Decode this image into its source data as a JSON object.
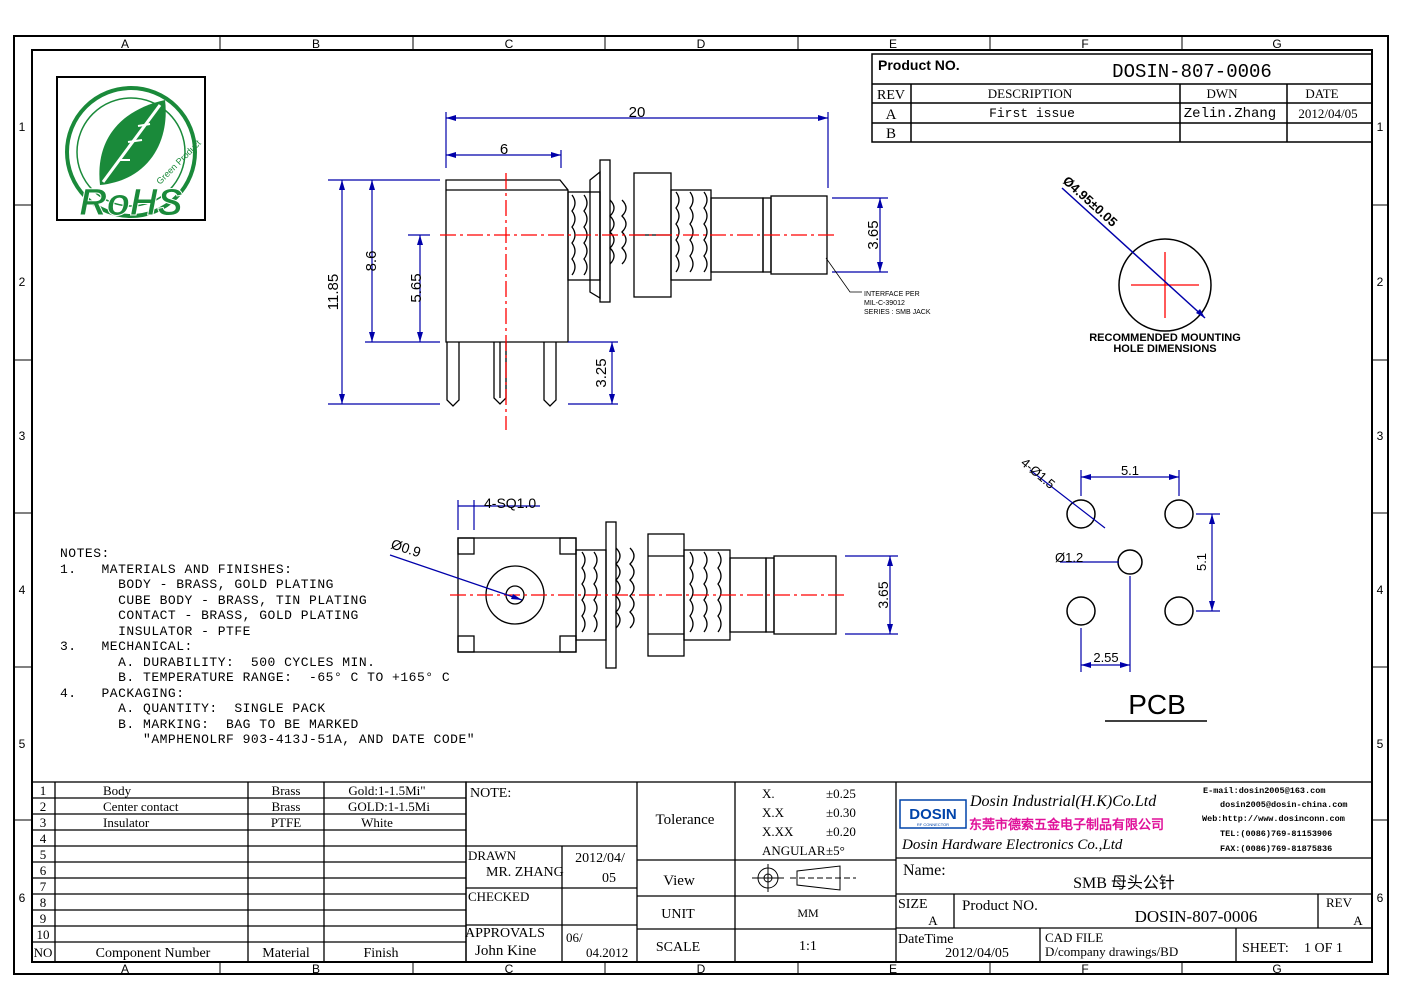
{
  "border": {
    "columns": [
      "A",
      "B",
      "C",
      "D",
      "E",
      "F",
      "G"
    ],
    "rows": [
      "1",
      "2",
      "3",
      "4",
      "5",
      "6"
    ]
  },
  "header_block": {
    "product_label": "Product NO.",
    "product_no": "DOSIN-807-0006",
    "rev_header": "REV",
    "desc_header": "DESCRIPTION",
    "dwn_header": "DWN",
    "date_header": "DATE",
    "rows": [
      {
        "rev": "A",
        "description": "First issue",
        "dwn": "Zelin.Zhang",
        "date": "2012/04/05"
      },
      {
        "rev": "B",
        "description": "",
        "dwn": "",
        "date": ""
      }
    ]
  },
  "logo": {
    "text": "RoHS",
    "sub": "Green Product"
  },
  "dimensions": {
    "d20": "20",
    "d6": "6",
    "d11_85": "11.85",
    "d8_6": "8.6",
    "d5_65": "5.65",
    "d3_65": "3.65",
    "d3_25": "3.25",
    "sq": "4-SQ1.0",
    "phi09": "Ø0.9",
    "d3_65b": "3.65",
    "hole": "Ø4.95±0.05",
    "pcb_holes": "4-Ø1.5",
    "pcb_51h": "5.1",
    "pcb_51v": "5.1",
    "pcb_phi12": "Ø1.2",
    "pcb_255": "2.55"
  },
  "interface_note": [
    "INTERFACE PER",
    "MIL-C-39012",
    "SERIES : SMB JACK"
  ],
  "mounting_label": [
    "RECOMMENDED MOUNTING",
    "HOLE DIMENSIONS"
  ],
  "pcb_label": "PCB",
  "notes": [
    "NOTES:",
    "1.   MATERIALS AND FINISHES:",
    "       BODY - BRASS, GOLD PLATING",
    "       CUBE BODY - BRASS, TIN PLATING",
    "       CONTACT - BRASS, GOLD PLATING",
    "       INSULATOR - PTFE",
    "3.   MECHANICAL:",
    "       A. DURABILITY:  500 CYCLES MIN.",
    "       B. TEMPERATURE RANGE:  -65° C TO +165° C",
    "4.   PACKAGING:",
    "       A. QUANTITY:  SINGLE PACK",
    "       B. MARKING:  BAG TO BE MARKED",
    "          \"AMPHENOLRF 903-413J-51A, AND DATE CODE\""
  ],
  "bom": {
    "rows": [
      {
        "no": "1",
        "name": "Body",
        "material": "Brass",
        "finish": "Gold:1-1.5Mi\""
      },
      {
        "no": "2",
        "name": "Center contact",
        "material": "Brass",
        "finish": "GOLD:1-1.5Mi"
      },
      {
        "no": "3",
        "name": "Insulator",
        "material": "PTFE",
        "finish": "White"
      },
      {
        "no": "4",
        "name": "",
        "material": "",
        "finish": ""
      },
      {
        "no": "5",
        "name": "",
        "material": "",
        "finish": ""
      },
      {
        "no": "6",
        "name": "",
        "material": "",
        "finish": ""
      },
      {
        "no": "7",
        "name": "",
        "material": "",
        "finish": ""
      },
      {
        "no": "8",
        "name": "",
        "material": "",
        "finish": ""
      },
      {
        "no": "9",
        "name": "",
        "material": "",
        "finish": ""
      },
      {
        "no": "10",
        "name": "",
        "material": "",
        "finish": ""
      }
    ],
    "footer": {
      "no": "NO",
      "name": "Component Number",
      "material": "Material",
      "finish": "Finish"
    }
  },
  "title_block": {
    "note_label": "NOTE:",
    "drawn_label": "DRAWN",
    "drawn_name": "MR. ZHANG",
    "drawn_date1": "2012/04/",
    "drawn_date2": "05",
    "checked_label": "CHECKED",
    "approvals_label": "APPROVALS",
    "approvals_name": "John Kine",
    "approvals_date1": "06/",
    "approvals_date2": "04.2012",
    "tolerance_label": "Tolerance",
    "tol": [
      {
        "k": "X.",
        "v": "±0.25"
      },
      {
        "k": "X.X",
        "v": "±0.30"
      },
      {
        "k": "X.XX",
        "v": "±0.20"
      },
      {
        "k": "ANGULAR",
        "v": "±5°"
      }
    ],
    "view_label": "View",
    "unit_label": "UNIT",
    "unit_value": "MM",
    "scale_label": "SCALE",
    "scale_value": "1:1",
    "company_logo": "DOSIN",
    "company_logo_sub": "RF CONNECTOR",
    "company_en": "Dosin Industrial(H.K)Co.Ltd",
    "company_cn": "东莞市德索五金电子制品有限公司",
    "company_en2": "Dosin Hardware Electronics Co.,Ltd",
    "contact": [
      "E-mail:dosin2005@163.com",
      "dosin2005@dosin-china.com",
      "Web:http://www.dosinconn.com",
      "TEL:(0086)769-81153906",
      "FAX:(0086)769-81875836"
    ],
    "name_label": "Name:",
    "name_value": "SMB 母头公针",
    "size_label": "SIZE",
    "size_value": "A",
    "product_label": "Product NO.",
    "product_no": "DOSIN-807-0006",
    "rev_label": "REV",
    "rev_value": "A",
    "datetime_label": "DateTime",
    "datetime_value": "2012/04/05",
    "cad_label": "CAD FILE",
    "cad_value": "D/company drawings/BD",
    "sheet_label": "SHEET:",
    "sheet_value": "1 OF 1"
  },
  "colors": {
    "dimension": "#0000aa",
    "center": "#ff0000",
    "logo_green": "#1a8a3a",
    "company_blue": "#0044aa",
    "company_cn": "#e0119a"
  }
}
